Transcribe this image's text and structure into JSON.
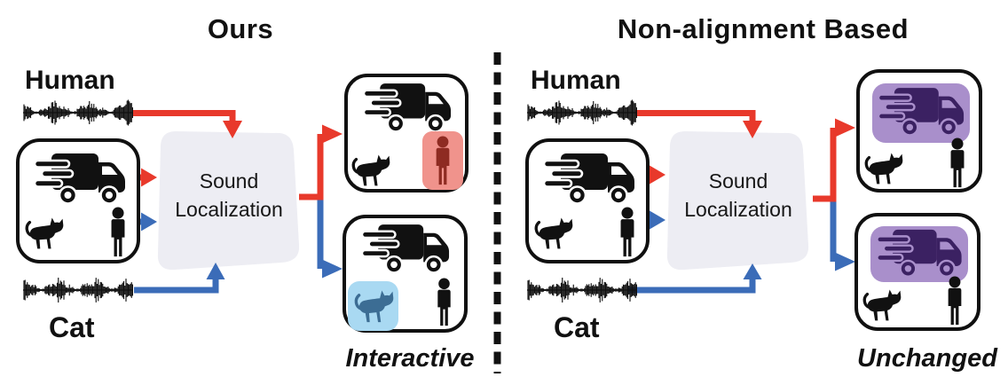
{
  "colors": {
    "arrow_red": "#e8392b",
    "arrow_blue": "#3b6cb8",
    "model_box_fill": "#ededf3",
    "ink": "#111111",
    "highlight_red_bg": "#f0938c",
    "highlight_red_fg": "#8e2b22",
    "highlight_blue_bg": "#a9d9f2",
    "highlight_blue_fg": "#3c6d94",
    "highlight_purple_bg": "#a98fcb",
    "highlight_purple_fg": "#3b2162"
  },
  "left_panel": {
    "title": "Ours",
    "human_label": "Human",
    "cat_label": "Cat",
    "model_box": {
      "line1": "Sound",
      "line2": "Localization"
    },
    "caption": "Interactive",
    "input_objects": [
      "truck",
      "cat",
      "person"
    ],
    "outputs": [
      {
        "highlighted_object": "person",
        "highlight_color": "red"
      },
      {
        "highlighted_object": "cat",
        "highlight_color": "blue"
      }
    ]
  },
  "right_panel": {
    "title": "Non-alignment Based",
    "human_label": "Human",
    "cat_label": "Cat",
    "model_box": {
      "line1": "Sound",
      "line2": "Localization"
    },
    "caption": "Unchanged",
    "input_objects": [
      "truck",
      "cat",
      "person"
    ],
    "outputs": [
      {
        "highlighted_object": "truck",
        "highlight_color": "purple"
      },
      {
        "highlighted_object": "truck",
        "highlight_color": "purple"
      }
    ]
  }
}
